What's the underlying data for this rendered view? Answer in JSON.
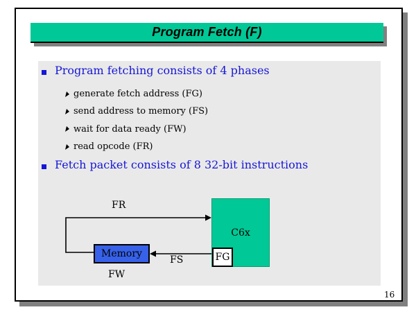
{
  "slide": {
    "title": "Program Fetch (F)",
    "page_number": "16"
  },
  "bullets": [
    {
      "label": "Program fetching consists of 4 phases",
      "sub_items": [
        "generate fetch address (FG)",
        "send address to memory (FS)",
        "wait for data ready (FW)",
        "read opcode (FR)"
      ]
    },
    {
      "label": "Fetch packet consists of 8 32-bit instructions",
      "sub_items": []
    }
  ],
  "diagram": {
    "boxes": {
      "c6x": "C6x",
      "fg": "FG",
      "memory": "Memory"
    },
    "labels": {
      "fr": "FR",
      "fs": "FS",
      "fw": "FW"
    }
  },
  "colors": {
    "banner_green": "#00C896",
    "memory_blue": "#3761E8",
    "bullet_blue": "#1616D8",
    "panel_gray": "#E9E9E9",
    "shadow_gray": "#808080"
  }
}
